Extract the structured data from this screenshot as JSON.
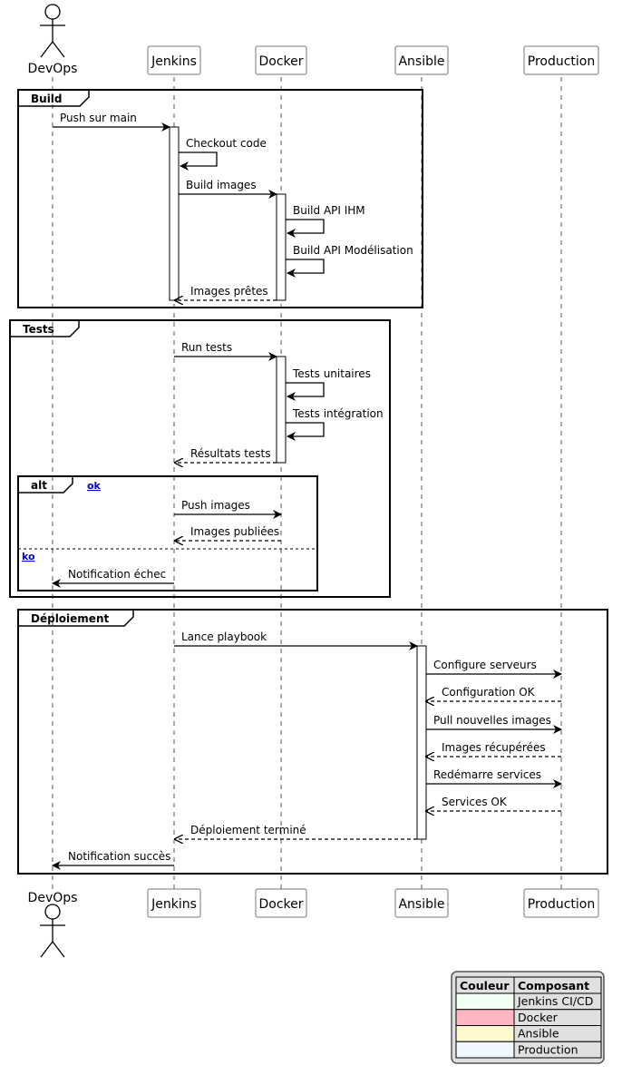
{
  "participants": [
    {
      "id": "devops",
      "label": "DevOps",
      "type": "actor"
    },
    {
      "id": "jenkins",
      "label": "Jenkins",
      "type": "box"
    },
    {
      "id": "docker",
      "label": "Docker",
      "type": "box"
    },
    {
      "id": "ansible",
      "label": "Ansible",
      "type": "box"
    },
    {
      "id": "production",
      "label": "Production",
      "type": "box"
    }
  ],
  "frames": {
    "build": "Build",
    "tests": "Tests",
    "alt": "alt",
    "alt_guard_ok": "ok",
    "alt_guard_ko": "ko",
    "deploy": "Déploiement"
  },
  "messages": [
    {
      "from": "devops",
      "to": "jenkins",
      "label": "Push sur main",
      "style": "solid"
    },
    {
      "from": "jenkins",
      "to": "jenkins",
      "label": "Checkout code",
      "style": "self"
    },
    {
      "from": "jenkins",
      "to": "docker",
      "label": "Build images",
      "style": "solid"
    },
    {
      "from": "docker",
      "to": "docker",
      "label": "Build API IHM",
      "style": "self"
    },
    {
      "from": "docker",
      "to": "docker",
      "label": "Build API Modélisation",
      "style": "self"
    },
    {
      "from": "docker",
      "to": "jenkins",
      "label": "Images prêtes",
      "style": "dashed"
    },
    {
      "from": "jenkins",
      "to": "docker",
      "label": "Run tests",
      "style": "solid"
    },
    {
      "from": "docker",
      "to": "docker",
      "label": "Tests unitaires",
      "style": "self"
    },
    {
      "from": "docker",
      "to": "docker",
      "label": "Tests intégration",
      "style": "self"
    },
    {
      "from": "docker",
      "to": "jenkins",
      "label": "Résultats tests",
      "style": "dashed"
    },
    {
      "from": "jenkins",
      "to": "docker",
      "label": "Push images",
      "style": "solid"
    },
    {
      "from": "docker",
      "to": "jenkins",
      "label": "Images publiées",
      "style": "dashed"
    },
    {
      "from": "jenkins",
      "to": "devops",
      "label": "Notification échec",
      "style": "solid"
    },
    {
      "from": "jenkins",
      "to": "ansible",
      "label": "Lance playbook",
      "style": "solid"
    },
    {
      "from": "ansible",
      "to": "production",
      "label": "Configure serveurs",
      "style": "solid"
    },
    {
      "from": "production",
      "to": "ansible",
      "label": "Configuration OK",
      "style": "dashed"
    },
    {
      "from": "ansible",
      "to": "production",
      "label": "Pull nouvelles images",
      "style": "solid"
    },
    {
      "from": "production",
      "to": "ansible",
      "label": "Images récupérées",
      "style": "dashed"
    },
    {
      "from": "ansible",
      "to": "production",
      "label": "Redémarre services",
      "style": "solid"
    },
    {
      "from": "production",
      "to": "ansible",
      "label": "Services OK",
      "style": "dashed"
    },
    {
      "from": "ansible",
      "to": "jenkins",
      "label": "Déploiement terminé",
      "style": "dashed"
    },
    {
      "from": "jenkins",
      "to": "devops",
      "label": "Notification succès",
      "style": "solid"
    }
  ],
  "legend": {
    "headers": [
      "Couleur",
      "Composant"
    ],
    "rows": [
      {
        "color": "#f0fff4",
        "label": "Jenkins CI/CD"
      },
      {
        "color": "#ffb6c1",
        "label": "Docker"
      },
      {
        "color": "#fff8cc",
        "label": "Ansible"
      },
      {
        "color": "#f0f8ff",
        "label": "Production"
      }
    ]
  }
}
